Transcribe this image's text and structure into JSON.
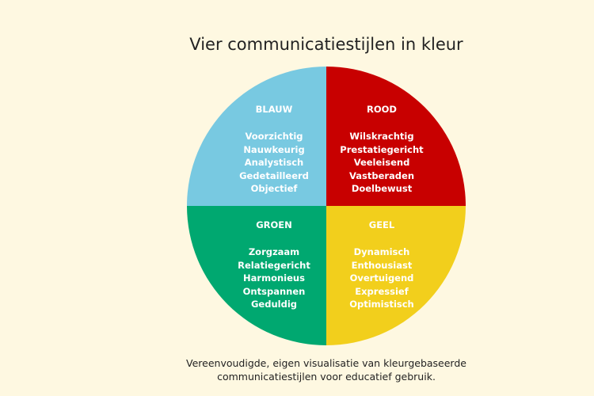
{
  "title": "Vier communicatiestijlen in kleur",
  "quadrants": [
    {
      "name": "BLAUW",
      "color": "#78c9e1",
      "traits": [
        "Voorzichtig",
        "Nauwkeurig",
        "Analystisch",
        "Gedetailleerd",
        "Objectief"
      ]
    },
    {
      "name": "ROOD",
      "color": "#c80000",
      "traits": [
        "Wilskrachtig",
        "Prestatiegericht",
        "Veeleisend",
        "Vastberaden",
        "Doelbewust"
      ]
    },
    {
      "name": "GROEN",
      "color": "#00a870",
      "traits": [
        "Zorgzaam",
        "Relatiegericht",
        "Harmonieus",
        "Ontspannen",
        "Geduldig"
      ]
    },
    {
      "name": "GEEL",
      "color": "#f2cf1c",
      "traits": [
        "Dynamisch",
        "Enthousiast",
        "Overtuigend",
        "Expressief",
        "Optimistisch"
      ]
    }
  ],
  "caption": [
    "Vereenvoudigde, eigen visualisatie van kleurgebaseerde",
    "communicatiestijlen voor educatief gebruik."
  ]
}
